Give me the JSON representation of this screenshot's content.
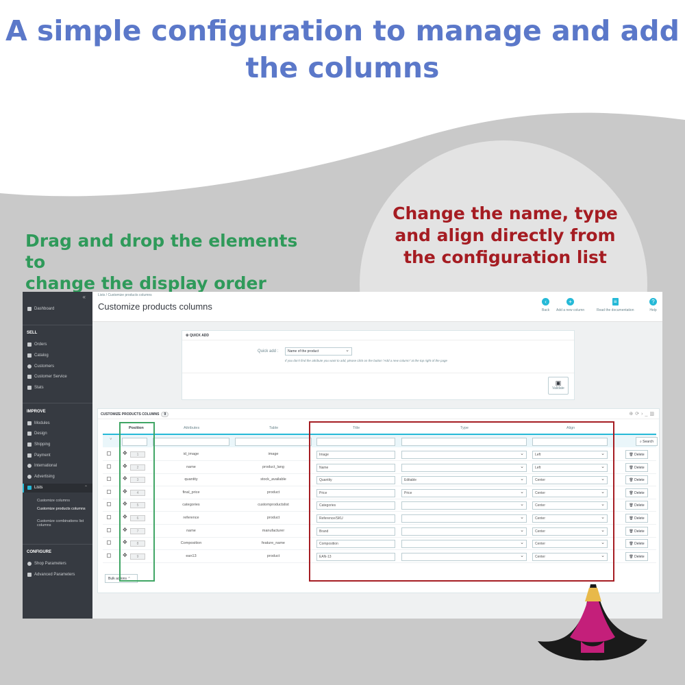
{
  "headline": {
    "line1": "A simple configuration to manage and add",
    "line2": "the columns"
  },
  "annotations": {
    "drag": {
      "line1": "Drag and drop the elements to",
      "line2": "change the display order"
    },
    "change": {
      "line1": "Change the name, type",
      "line2": "and align directly from",
      "line3": "the configuration list"
    }
  },
  "colors": {
    "headline": "#5b78c9",
    "green": "#2f9a5a",
    "red": "#a51c22",
    "sidebar": "#363a41",
    "accent": "#25b9d7"
  },
  "sidebar": {
    "dashboard": "Dashboard",
    "sell": "SELL",
    "sell_items": [
      "Orders",
      "Catalog",
      "Customers",
      "Customer Service",
      "Stats"
    ],
    "improve": "IMPROVE",
    "improve_items": [
      "Modules",
      "Design",
      "Shipping",
      "Payment",
      "International",
      "Advertising",
      "Lists"
    ],
    "lists_sub": [
      "Customize columns",
      "Customize products columns",
      "Customize combinations list columns"
    ],
    "configure": "CONFIGURE",
    "configure_items": [
      "Shop Parameters",
      "Advanced Parameters"
    ]
  },
  "topbar": {
    "breadcrumb": "Lists  /  Customize products columns",
    "title": "Customize products columns",
    "buttons": {
      "back": "Back",
      "add": "Add a new column",
      "docs": "Read the documentation",
      "help": "Help"
    }
  },
  "quick_add": {
    "header": "QUICK ADD",
    "label": "Quick add :",
    "selected": "Name of the product",
    "help": "If you don't find the attribute you want to add, please click on the button \"Add a new column\" at the top right of the page",
    "validate": "Validate"
  },
  "list": {
    "title": "CUSTOMIZE PRODUCTS COLUMNS",
    "count": "9",
    "headers": {
      "position": "Position",
      "attributes": "Attributes",
      "table": "Table",
      "title": "Title",
      "type": "Type",
      "align": "Align"
    },
    "search": "Search",
    "delete": "Delete",
    "bulk": "Bulk actions",
    "rows": [
      {
        "pos": "1",
        "attr": "id_image",
        "table": "image",
        "title": "Image",
        "type": "",
        "align": "Left"
      },
      {
        "pos": "2",
        "attr": "name",
        "table": "product_lang",
        "title": "Name",
        "type": "",
        "align": "Left"
      },
      {
        "pos": "3",
        "attr": "quantity",
        "table": "stock_available",
        "title": "Quantity",
        "type": "Editable",
        "align": "Center"
      },
      {
        "pos": "4",
        "attr": "final_price",
        "table": "product",
        "title": "Price",
        "type": "Price",
        "align": "Center"
      },
      {
        "pos": "5",
        "attr": "categories",
        "table": "customproductslist",
        "title": "Categories",
        "type": "",
        "align": "Center"
      },
      {
        "pos": "6",
        "attr": "reference",
        "table": "product",
        "title": "Reference/SKU",
        "type": "",
        "align": "Center"
      },
      {
        "pos": "7",
        "attr": "name",
        "table": "manufacturer",
        "title": "Brand",
        "type": "",
        "align": "Center"
      },
      {
        "pos": "8",
        "attr": "Composition",
        "table": "feature_name",
        "title": "Composition",
        "type": "",
        "align": "Center"
      },
      {
        "pos": "9",
        "attr": "ean13",
        "table": "product",
        "title": "EAN-13",
        "type": "",
        "align": "Center"
      }
    ]
  }
}
